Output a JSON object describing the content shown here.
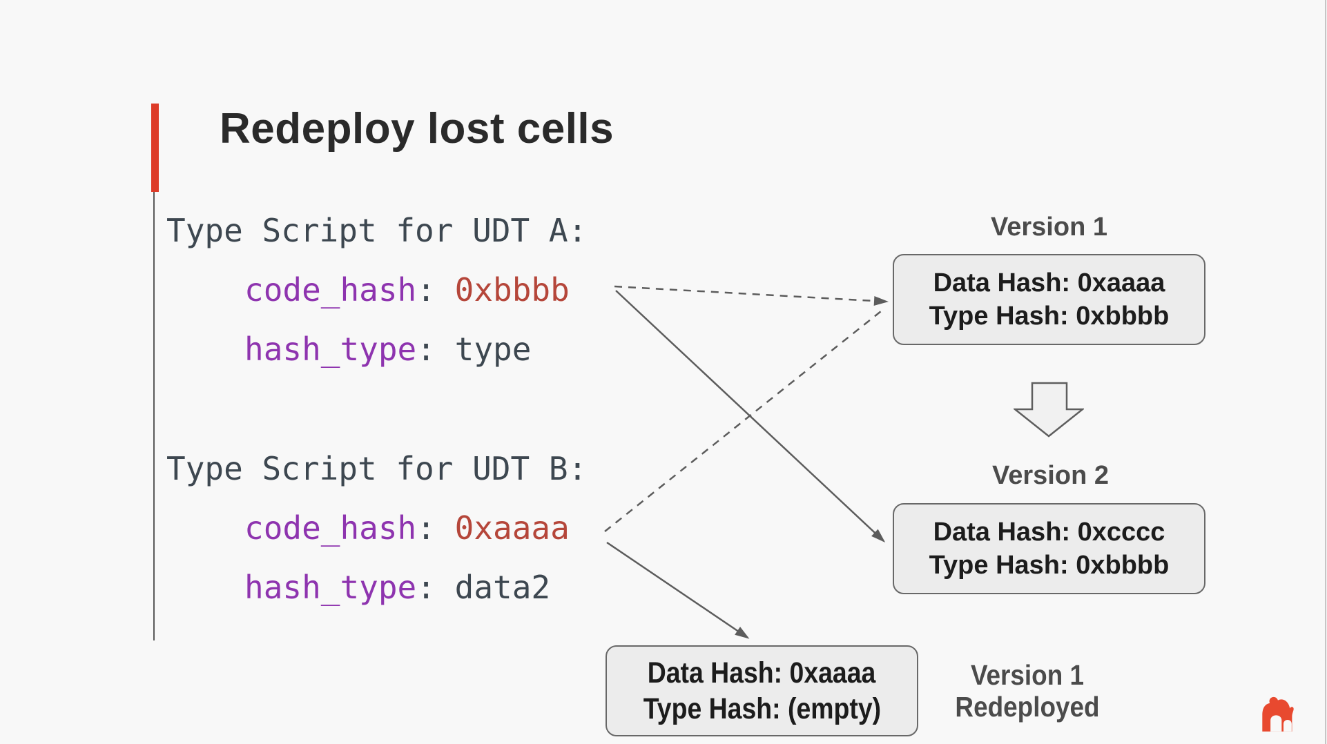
{
  "slide": {
    "title": "Redeploy lost cells"
  },
  "colors": {
    "slide_bg": "#f8f8f8",
    "accent_red": "#dd3b28",
    "logo_red": "#e8492f",
    "title_text": "#2a2a2a",
    "code_text": "#3d4750",
    "code_key": "#8e34af",
    "code_value": "#b5463a",
    "label_text": "#4b4b4b",
    "box_text": "#1c1c1c",
    "box_fill": "#ececec",
    "box_border": "#686868",
    "connector": "#5c5c5c",
    "divider": "#5a5a5a"
  },
  "code_blocks": [
    {
      "heading": "Type Script for UDT A:",
      "lines": [
        {
          "key": "code_hash",
          "sep": ": ",
          "value": "0xbbbb"
        },
        {
          "key": "hash_type",
          "sep": ": ",
          "value": "type"
        }
      ]
    },
    {
      "heading": "Type Script for UDT B:",
      "lines": [
        {
          "key": "code_hash",
          "sep": ": ",
          "value": "0xaaaa"
        },
        {
          "key": "hash_type",
          "sep": ": ",
          "value": "data2"
        }
      ]
    }
  ],
  "versions": [
    {
      "label": "Version 1",
      "box": {
        "line1": "Data Hash: 0xaaaa",
        "line2": "Type Hash: 0xbbbb"
      }
    },
    {
      "label": "Version 2",
      "box": {
        "line1": "Data Hash: 0xcccc",
        "line2": "Type Hash: 0xbbbb"
      }
    },
    {
      "label_line1": "Version 1",
      "label_line2": "Redeployed",
      "box": {
        "line1": "Data Hash: 0xaaaa",
        "line2": "Type Hash: (empty)"
      }
    }
  ],
  "icons": {
    "transition_arrow": "block-arrow-down",
    "logo": "red-gorilla"
  }
}
